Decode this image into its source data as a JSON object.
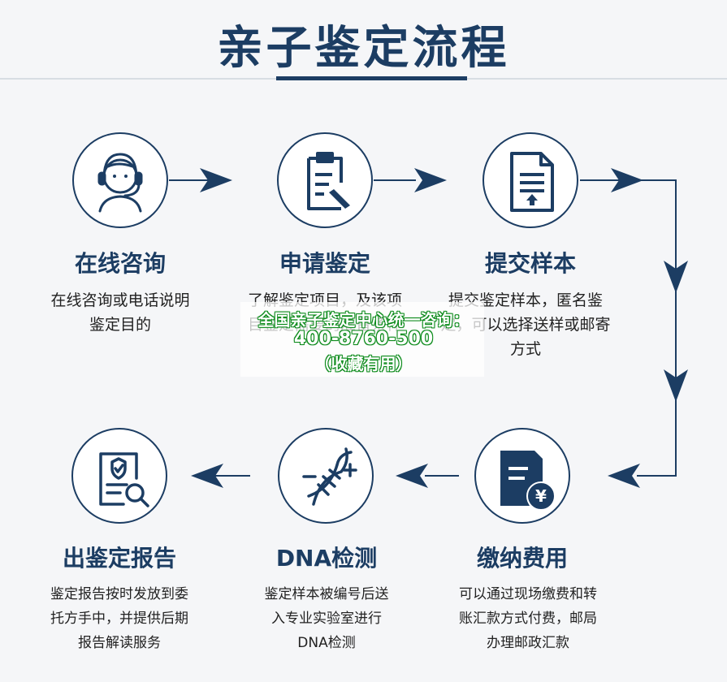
{
  "title": "亲子鉴定流程",
  "colors": {
    "primary": "#1c3d63",
    "watermark": "#0b8a1a"
  },
  "steps": [
    {
      "title": "在线咨询",
      "desc": "在线咨询或电话说明\n鉴定目的",
      "icon": "customer-service-headset-icon"
    },
    {
      "title": "申请鉴定",
      "desc": "了解鉴定项目，及该项\n目鉴定需要的准备条件",
      "icon": "clipboard-pen-icon"
    },
    {
      "title": "提交样本",
      "desc": "提交鉴定样本，匿名鉴\n定，可以选择送样或邮寄\n方式",
      "icon": "document-upload-icon"
    },
    {
      "title": "缴纳费用",
      "desc": "可以通过现场缴费和转\n账汇款方式付费，邮局\n办理邮政汇款",
      "icon": "yuan-bill-icon"
    },
    {
      "title": "DNA检测",
      "desc": "鉴定样本被编号后送\n入专业实验室进行\nDNA检测",
      "icon": "dna-helix-icon"
    },
    {
      "title": "出鉴定报告",
      "desc": "鉴定报告按时发放到委\n托方手中，并提供后期\n报告解读服务",
      "icon": "report-magnifier-icon"
    }
  ],
  "watermark": {
    "line1": "全国亲子鉴定中心统一咨询：",
    "line2": "400-8760-500",
    "line3": "（收藏有用）"
  }
}
